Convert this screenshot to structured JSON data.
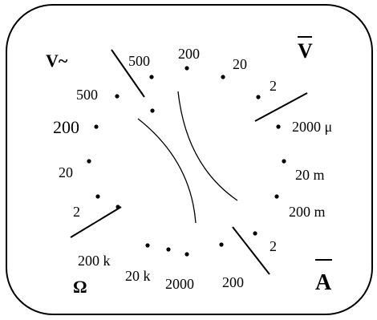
{
  "dial": {
    "sections": {
      "ac_voltage": "V~",
      "dc_voltage": "V",
      "dc_current": "A",
      "resistance": "Ω"
    },
    "ranges": {
      "ac_500": "500",
      "ac_200": "200",
      "dcv_200": "200",
      "dcv_500": "500",
      "dcv_20": "20",
      "dcv_2": "2",
      "dca_2000u": "2000 μ",
      "dca_20m": "20 m",
      "dca_200m": "200 m",
      "dca_2": "2",
      "ohm_200": "200",
      "ohm_2000": "2000",
      "ohm_20k": "20 k",
      "ohm_200k": "200 k",
      "ohm_2": "2",
      "ohm_20": "20"
    }
  }
}
